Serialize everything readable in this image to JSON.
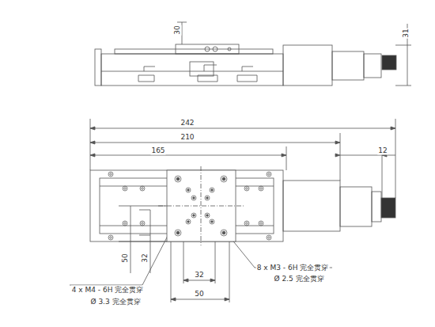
{
  "diagram": {
    "labels": [
      "30",
      "31",
      "242",
      "210",
      "165",
      "12",
      "50",
      "32",
      "8 x M3 - 6H 完全贯穿",
      "Ø 2.5 完全贯穿",
      "4 x M4 - 6H 完全贯穿",
      "Ø 3.3 完全贯穿",
      "32",
      "50"
    ]
  }
}
